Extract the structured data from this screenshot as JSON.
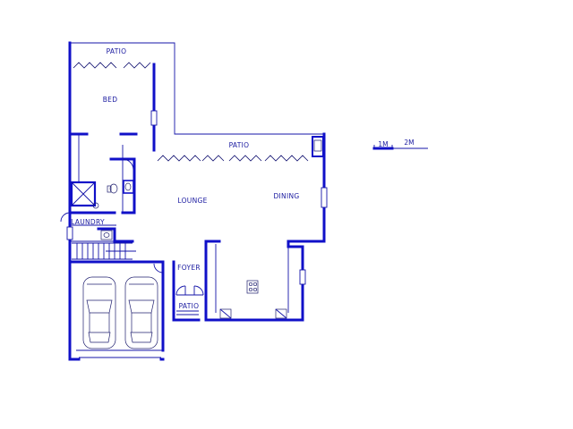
{
  "rooms": {
    "patio_top": "PATIO",
    "bed": "BED",
    "patio_middle": "PATIO",
    "lounge": "LOUNGE",
    "dining": "DINING",
    "laundry": "LAUNDRY",
    "foyer": "FOYER",
    "patio_bottom": "PATIO"
  },
  "scale_bar": {
    "mark_1": "1M",
    "mark_2": "2M"
  },
  "colors": {
    "wall": "#1010c8",
    "line": "#1414a8",
    "text": "#1a1aa0"
  }
}
